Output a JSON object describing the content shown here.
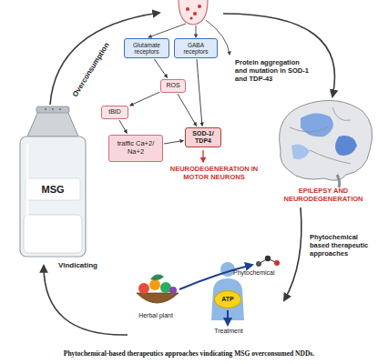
{
  "diagram": {
    "caption": "Phytochemical-based therapeutics approaches vindicating MSG overconsumed NDDs.",
    "nodes": [
      {
        "text": [
          "Glutamate receptors"
        ]
      },
      {
        "text": [
          "GABA receptors"
        ]
      },
      {
        "text": [
          "ROS"
        ]
      },
      {
        "text": [
          "tBID"
        ]
      },
      {
        "text": [
          "traffic Ca+2/ Na+2"
        ]
      },
      {
        "text": [
          "SOD-1/ TDP4"
        ]
      },
      {
        "text": [
          "MSG"
        ]
      },
      {
        "text": [
          "ATP"
        ]
      }
    ],
    "edges": [
      {
        "from": 0,
        "to": 2,
        "arrow": "to"
      },
      {
        "from": 2,
        "to": 3,
        "arrow": "to"
      },
      {
        "from": 3,
        "to": 4,
        "arrow": "to"
      },
      {
        "from": 2,
        "to": 5,
        "arrow": "to"
      },
      {
        "from": 4,
        "to": 5,
        "arrow": "to"
      },
      {
        "from": 1,
        "to": 5,
        "arrow": "to"
      }
    ],
    "labels": [
      "Overconsumption",
      "Protein aggregation and mutation in SOD-1 and TDP-43",
      "NEURODEGENERATION IN MOTOR NEURONS",
      "EPILEPSY AND NEURODEGENERATION",
      "Phytochemical based therapeutic approaches",
      "Vindicating",
      "Herbal plant",
      "Phytochemical",
      "Treatment"
    ]
  }
}
